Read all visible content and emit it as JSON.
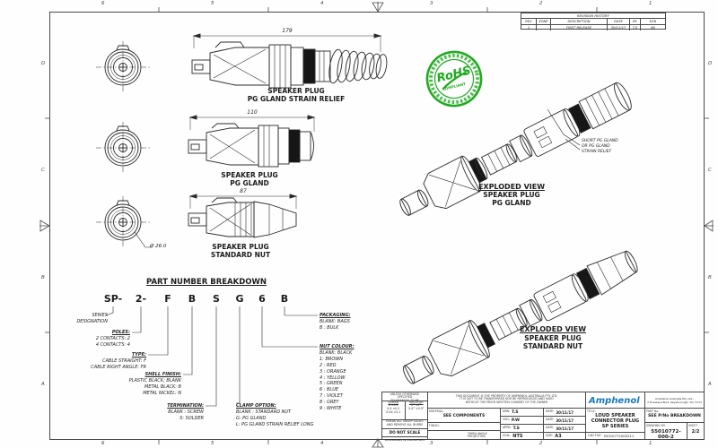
{
  "sheet": {
    "zones_top": [
      "6",
      "5",
      "4",
      "3",
      "2",
      "1"
    ],
    "zones_bottom": [
      "6",
      "5",
      "4",
      "3",
      "2",
      "1"
    ],
    "zones_left": [
      "D",
      "C",
      "B",
      "A"
    ],
    "zones_right": [
      "D",
      "C",
      "B",
      "A"
    ]
  },
  "revision": {
    "title": "REVISION HISTORY",
    "headers": [
      "REV",
      "ZONE",
      "DESCRIPTION",
      "DATE",
      "BY",
      "ECN"
    ],
    "row": [
      "1",
      "",
      "FIRST RELEASE",
      "30/11/17",
      "T.S",
      "Nil"
    ]
  },
  "views": {
    "strain_relief": {
      "dim": "179",
      "line1": "SPEAKER PLUG",
      "line2": "PG GLAND STRAIN RELIEF"
    },
    "pg_gland": {
      "dim": "110",
      "line1": "SPEAKER PLUG",
      "line2": "PG GLAND"
    },
    "standard_nut": {
      "dim": "87",
      "line1": "SPEAKER PLUG",
      "line2": "STANDARD NUT"
    },
    "front_diameter": "Ø 26.0"
  },
  "rohs": {
    "name": "RoHS",
    "sub": "COMPLIANT"
  },
  "exploded_pg": {
    "title": "EXPLODED VIEW",
    "line2": "SPEAKER PLUG",
    "line3": "PG GLAND",
    "note1": "SHORT PG GLAND",
    "note2": "OR PG GLAND",
    "note3": "STRAIN RELIEF"
  },
  "exploded_nut": {
    "title": "EXPLODED VIEW",
    "line2": "SPEAKER PLUG",
    "line3": "STANDARD NUT"
  },
  "breakdown": {
    "title": "PART NUMBER BREAKDOWN",
    "code": [
      "SP-",
      "2-",
      "F",
      "B",
      "S",
      "G",
      "6",
      "B"
    ],
    "series": {
      "l1": "SERIES",
      "l2": "DESIGNATION"
    },
    "poles": {
      "title": "POLES:",
      "l1": "2 CONTACTS: 2",
      "l2": "4 CONTACTS: 4"
    },
    "type": {
      "title": "TYPE:",
      "l1": "CABLE STRAIGHT: F",
      "l2": "CABLE RIGHT ANGLE: FR"
    },
    "shell": {
      "title": "SHELL FINISH:",
      "l1": "PLASTIC BLACK: BLANK",
      "l2": "METAL BLACK: B",
      "l3": "METAL NICKEL: N"
    },
    "termination": {
      "title": "TERMINATION:",
      "l1": "BLANK : SCREW",
      "l2": "S: SOLDER"
    },
    "clamp": {
      "title": "CLAMP OPTION:",
      "l1": "BLANK :  STANDARD NUT",
      "l2": "G: PG GLAND",
      "l3": "L: PG GLAND STRAIN RELIEF LONG"
    },
    "nut": {
      "title": "NUT COLOUR:",
      "l1": "BLANK: BLACK",
      "l2": "1: BROWN",
      "l3": "2 : RED",
      "l4": "3 : ORANGE",
      "l5": "4 : YELLOW",
      "l6": "5 : GREEN",
      "l7": "6 : BLUE",
      "l8": "7 : VIOLET",
      "l9": "8 : GREY",
      "l10": "9 : WHITE"
    },
    "packaging": {
      "title": "PACKAGING:",
      "l1": "BLANK: BAGS",
      "l2": "B : BULK"
    }
  },
  "titleblock": {
    "tol_h1": "UNLESS OTHERWISE SPECIFIED",
    "tol_h2": "TOLERANCES TO BE",
    "linear_label": "LINEAR",
    "angular_label": "ANGULAR",
    "lin1": "X  ±0.5",
    "lin2": "X.X  ±0.2",
    "lin3": "X.XX  ±0.1",
    "ang1": "X°  ±1°",
    "ang2": "X.X°  ±0.5°",
    "edges1": "BREAK ALL SHARP EDGES",
    "edges2": "AND REMOVE ALL BURRS",
    "noscale": "DO NOT SCALE",
    "dims": "DIMENSIONS IN MILLIMETRES",
    "prop1": "THIS DOCUMENT IS THE PROPERTY OF AMPHENOL AUSTRALIA PTY. LTD.",
    "prop2": "IT IS NOT TO BE TRANSFERRED NOR BE REPRODUCED AND USED",
    "prop3": "WITHOUT THE PRIOR WRITTEN CONSENT OF THE OWNER",
    "material_label": "MATERIAL:",
    "material": "SEE COMPONENTS",
    "finish_label": "FINISH:",
    "proj1": "THIRD ANGLE",
    "proj2": "PROJECTION",
    "drn_label": "DRN:",
    "drn": "T.S",
    "ckd_label": "CKD:",
    "ckd": "P.W",
    "appd_label": "APPD:",
    "appd": "T.S",
    "date_label": "DATE:",
    "date1": "30/11/17",
    "date2": "30/11/17",
    "date3": "30/11/17",
    "scale_label": "SCAL:",
    "scale": "NTS",
    "size_label": "SIZE:",
    "size": "A3",
    "brand": "Amphenol",
    "address1": "Amphenol Australia Pty. Ltd.,",
    "address2": "2 Fiveways Blvd, Keysborough, VIC 3173",
    "title_label": "TITLE:",
    "title1": "LOUD SPEAKER",
    "title2": "CONNECTOR PLUG",
    "title3": "SP SERIES",
    "cad_label": "CAD FILE:",
    "cad": "55010772000211",
    "part_label": "PART No:",
    "part": "SEE P/No BREAKDOWN",
    "dwg_label": "DRAWING NO",
    "dwg": "55010772-000-2",
    "sheet_label": "SHEET",
    "sheet": "2/2"
  },
  "colors": {
    "green": "#1faa1f",
    "blue": "#1879bf",
    "line": "#2a2a2a"
  }
}
